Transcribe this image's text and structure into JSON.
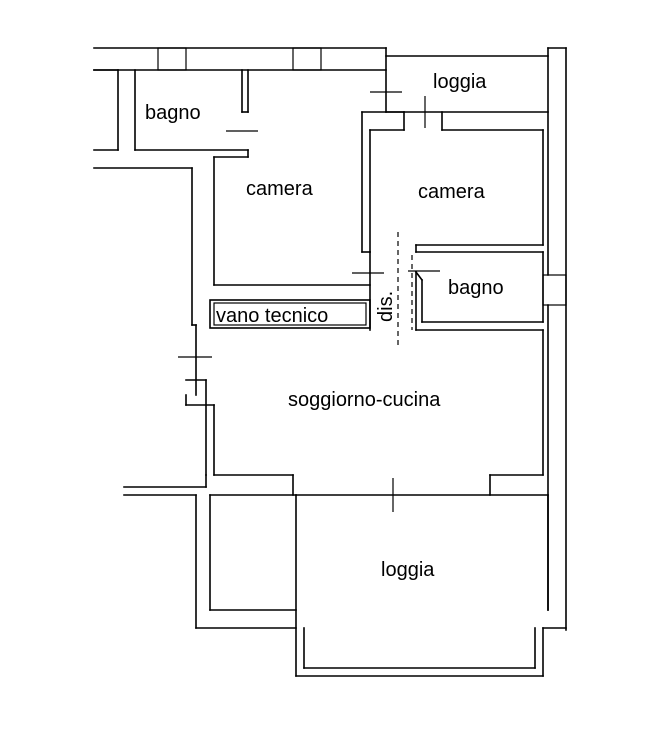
{
  "rooms": {
    "bagno_top": "bagno",
    "camera_left": "camera",
    "loggia_top": "loggia",
    "camera_right": "camera",
    "bagno_right": "bagno",
    "vano_tecnico": "vano tecnico",
    "disimpegno": "dis.",
    "soggiorno_cucina": "soggiorno-cucina",
    "loggia_bottom": "loggia"
  }
}
